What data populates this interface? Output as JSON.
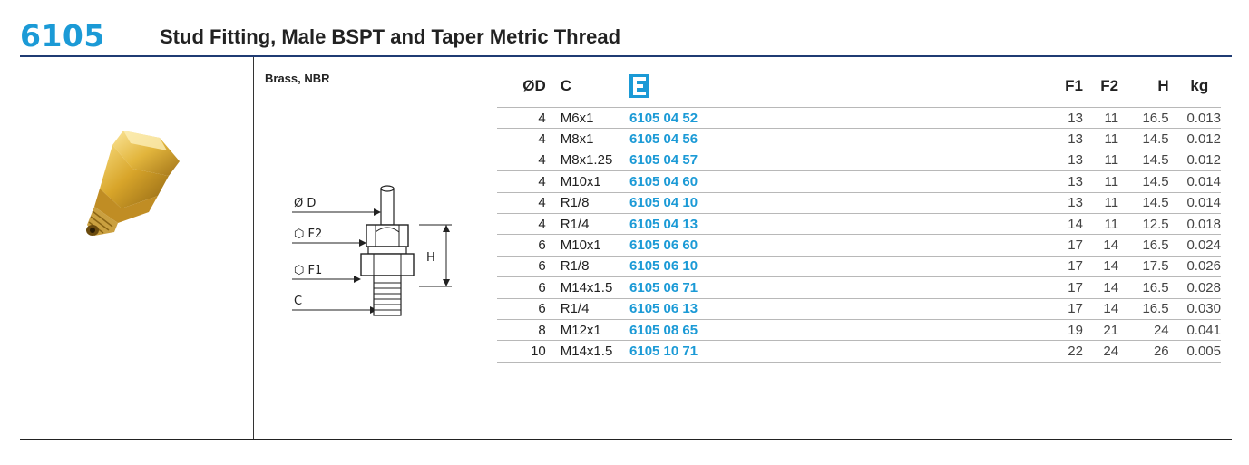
{
  "product": {
    "code": "6105",
    "title": "Stud Fitting, Male BSPT and Taper Metric Thread",
    "material": "Brass, NBR"
  },
  "drawing_labels": {
    "od": "Ø D",
    "f2": "⬡ F2",
    "f1": "⬡ F1",
    "c": "C",
    "h": "H"
  },
  "table": {
    "headers": {
      "od": "ØD",
      "c": "C",
      "f1": "F1",
      "f2": "F2",
      "h": "H",
      "kg": "kg"
    },
    "catalog_icon": "catalog-number-icon",
    "rows": [
      {
        "od": "4",
        "c": "M6x1",
        "art": "6105 04 52",
        "f1": "13",
        "f2": "11",
        "h": "16.5",
        "kg": "0.013"
      },
      {
        "od": "4",
        "c": "M8x1",
        "art": "6105 04 56",
        "f1": "13",
        "f2": "11",
        "h": "14.5",
        "kg": "0.012"
      },
      {
        "od": "4",
        "c": "M8x1.25",
        "art": "6105 04 57",
        "f1": "13",
        "f2": "11",
        "h": "14.5",
        "kg": "0.012"
      },
      {
        "od": "4",
        "c": "M10x1",
        "art": "6105 04 60",
        "f1": "13",
        "f2": "11",
        "h": "14.5",
        "kg": "0.014"
      },
      {
        "od": "4",
        "c": "R1/8",
        "art": "6105 04 10",
        "f1": "13",
        "f2": "11",
        "h": "14.5",
        "kg": "0.014"
      },
      {
        "od": "4",
        "c": "R1/4",
        "art": "6105 04 13",
        "f1": "14",
        "f2": "11",
        "h": "12.5",
        "kg": "0.018"
      },
      {
        "od": "6",
        "c": "M10x1",
        "art": "6105 06 60",
        "f1": "17",
        "f2": "14",
        "h": "16.5",
        "kg": "0.024"
      },
      {
        "od": "6",
        "c": "R1/8",
        "art": "6105 06 10",
        "f1": "17",
        "f2": "14",
        "h": "17.5",
        "kg": "0.026"
      },
      {
        "od": "6",
        "c": "M14x1.5",
        "art": "6105 06 71",
        "f1": "17",
        "f2": "14",
        "h": "16.5",
        "kg": "0.028"
      },
      {
        "od": "6",
        "c": "R1/4",
        "art": "6105 06 13",
        "f1": "17",
        "f2": "14",
        "h": "16.5",
        "kg": "0.030"
      },
      {
        "od": "8",
        "c": "M12x1",
        "art": "6105 08 65",
        "f1": "19",
        "f2": "21",
        "h": "24",
        "kg": "0.041"
      },
      {
        "od": "10",
        "c": "M14x1.5",
        "art": "6105 10 71",
        "f1": "22",
        "f2": "24",
        "h": "26",
        "kg": "0.005"
      }
    ]
  },
  "colors": {
    "accent": "#1b9ad6",
    "rule": "#1f3b73",
    "brass": "#d8a52a"
  }
}
